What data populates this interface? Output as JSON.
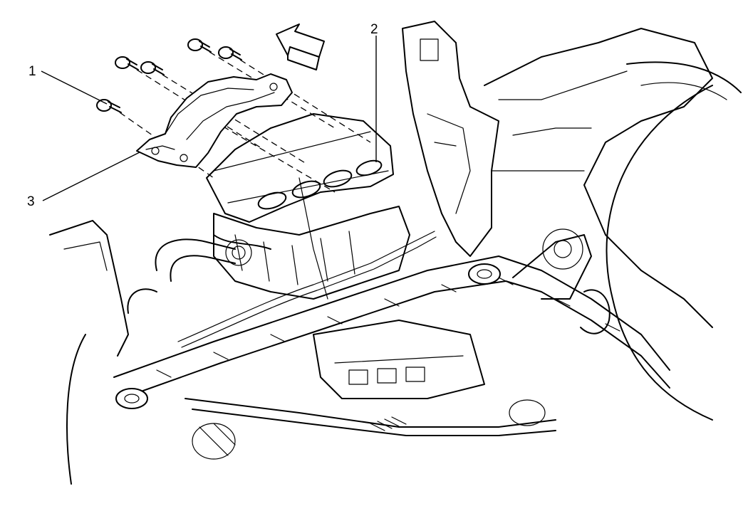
{
  "callouts": [
    {
      "id": "1",
      "label": "1"
    },
    {
      "id": "2",
      "label": "2"
    },
    {
      "id": "3",
      "label": "3"
    }
  ],
  "arrow": {
    "icon": "direction-arrow-icon"
  }
}
